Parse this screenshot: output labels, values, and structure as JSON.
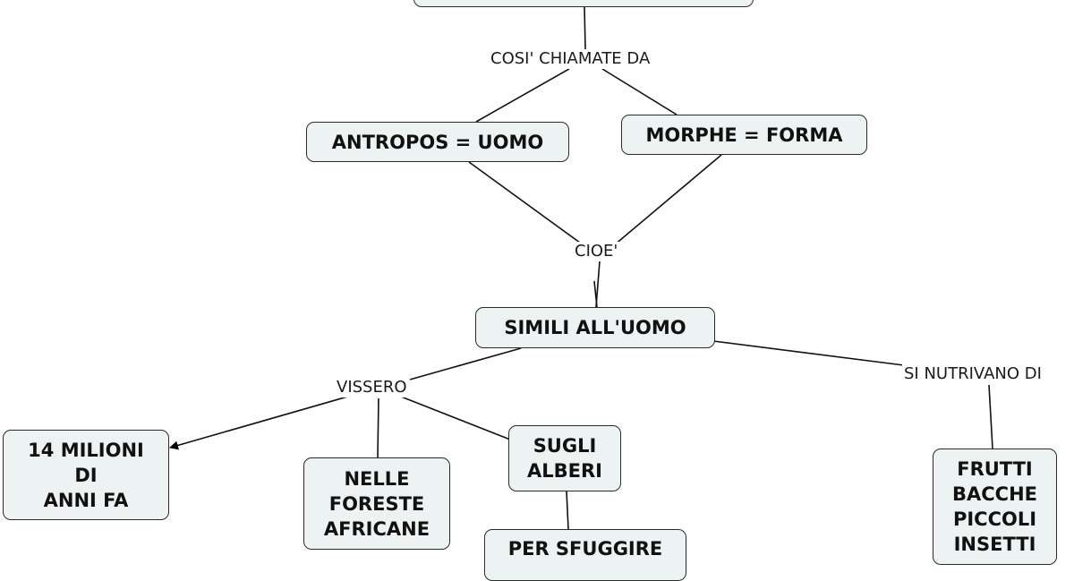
{
  "diagram": {
    "nodes": {
      "top_concept": {
        "lines": []
      },
      "antropos": {
        "lines": [
          "ANTROPOS = UOMO"
        ]
      },
      "morphe": {
        "lines": [
          "MORPHE = FORMA"
        ]
      },
      "simili": {
        "lines": [
          "SIMILI ALL'UOMO"
        ]
      },
      "milioni": {
        "lines": [
          "14 MILIONI",
          "DI",
          "ANNI FA"
        ]
      },
      "foreste": {
        "lines": [
          "NELLE",
          "FORESTE",
          "AFRICANE"
        ]
      },
      "alberi": {
        "lines": [
          "SUGLI",
          "ALBERI"
        ]
      },
      "sfuggire": {
        "lines": [
          "PER SFUGGIRE"
        ]
      },
      "frutti": {
        "lines": [
          "FRUTTI",
          "BACCHE",
          "PICCOLI",
          "INSETTI"
        ]
      }
    },
    "link_labels": {
      "cosi_chiamate": "COSI' CHIAMATE DA",
      "cioe": "CIOE'",
      "vissero": "VISSERO",
      "si_nutrivano": "SI NUTRIVANO DI"
    }
  }
}
